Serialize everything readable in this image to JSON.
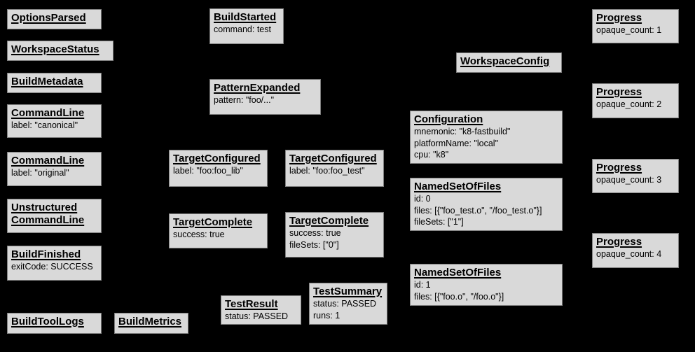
{
  "diagram": {
    "description": "Build event protocol graph",
    "background_color": "#000000",
    "node_fill_color": "#d9d9d9",
    "node_border_color": "#7f7f7f",
    "text_color": "#000000"
  },
  "nodes": [
    {
      "title": "OptionsParsed",
      "lines": []
    },
    {
      "title": "WorkspaceStatus",
      "lines": []
    },
    {
      "title": "BuildMetadata",
      "lines": []
    },
    {
      "title": "CommandLine",
      "lines": [
        "label: \"canonical\""
      ]
    },
    {
      "title": "CommandLine",
      "lines": [
        "label: \"original\""
      ]
    },
    {
      "title": "Unstructured",
      "title2": "CommandLine",
      "lines": []
    },
    {
      "title": "BuildFinished",
      "lines": [
        "exitCode: SUCCESS"
      ]
    },
    {
      "title": "BuildToolLogs",
      "lines": []
    },
    {
      "title": "BuildMetrics",
      "lines": []
    },
    {
      "title": "BuildStarted",
      "lines": [
        "command: test"
      ]
    },
    {
      "title": "PatternExpanded",
      "lines": [
        "pattern: \"foo/...\""
      ]
    },
    {
      "title": "TargetConfigured",
      "lines": [
        "label: \"foo:foo_lib\""
      ]
    },
    {
      "title": "TargetConfigured",
      "lines": [
        "label: \"foo:foo_test\""
      ]
    },
    {
      "title": "TargetComplete",
      "lines": [
        "success: true"
      ]
    },
    {
      "title": "TargetComplete",
      "lines": [
        "success: true",
        "fileSets: [\"0\"]"
      ]
    },
    {
      "title": "TestResult",
      "lines": [
        "status: PASSED"
      ]
    },
    {
      "title": "TestSummary",
      "lines": [
        "status: PASSED",
        "runs: 1"
      ]
    },
    {
      "title": "WorkspaceConfig",
      "lines": []
    },
    {
      "title": "Configuration",
      "lines": [
        "mnemonic: \"k8-fastbuild\"",
        "platformName: \"local\"",
        "cpu: \"k8\""
      ]
    },
    {
      "title": "NamedSetOfFiles",
      "lines": [
        "id: 0",
        "files: [{\"foo_test.o\", \"/foo_test.o\"}]",
        "fileSets: [\"1\"]"
      ]
    },
    {
      "title": "NamedSetOfFiles",
      "lines": [
        "id: 1",
        "files: [{\"foo.o\", \"/foo.o\"}]"
      ]
    },
    {
      "title": "Progress",
      "lines": [
        "opaque_count: 1"
      ]
    },
    {
      "title": "Progress",
      "lines": [
        "opaque_count: 2"
      ]
    },
    {
      "title": "Progress",
      "lines": [
        "opaque_count: 3"
      ]
    },
    {
      "title": "Progress",
      "lines": [
        "opaque_count: 4"
      ]
    }
  ]
}
